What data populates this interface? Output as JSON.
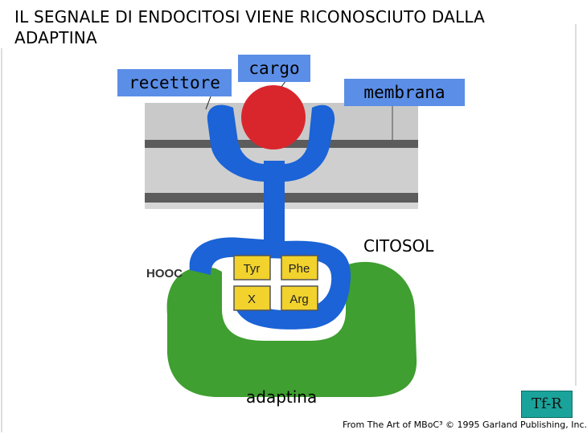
{
  "title": "IL SEGNALE DI ENDOCITOSI VIENE RICONOSCIUTO DALLA ADAPTINA",
  "labels": {
    "recettore": "recettore",
    "cargo": "cargo",
    "membrana": "membrana",
    "citosol": "CITOSOL",
    "adaptina": "adaptina",
    "hooc": "HOOC"
  },
  "motif": {
    "tyr": "Tyr",
    "phe": "Phe",
    "x": "X",
    "arg": "Arg"
  },
  "tag": "Tf-R",
  "credit": "From The Art of MBoC³ © 1995 Garland Publishing, Inc.",
  "colors": {
    "receptor": "#1b63d6",
    "cargo": "#d9272e",
    "adaptin": "#3d9e2e",
    "motif": "#f2d22c",
    "membrane_dark": "#5a5a5a",
    "membrane_light": "#c8c8c8",
    "label_box": "#5b8ee6",
    "tag_box": "#1aa39a"
  }
}
